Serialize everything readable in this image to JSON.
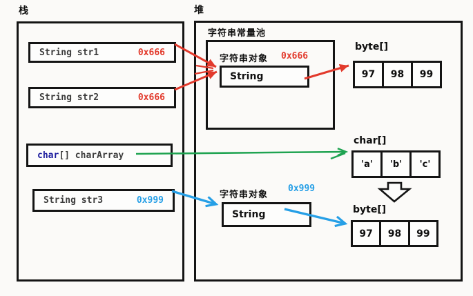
{
  "colors": {
    "red": "#e23a2c",
    "green": "#1fa351",
    "blue": "#269fe6",
    "keyword": "#1c1c9e",
    "textgray": "#3d3d3d",
    "ink": "#141414"
  },
  "stack": {
    "label": "栈",
    "str1": {
      "name": "String str1",
      "addr": "0x666"
    },
    "str2": {
      "name": "String str2",
      "addr": "0x666"
    },
    "char_var": {
      "keyword": "char",
      "rest": "[] charArray"
    },
    "str3": {
      "name": "String str3",
      "addr": "0x999"
    }
  },
  "heap": {
    "label": "堆",
    "pool": {
      "label": "字符串常量池",
      "obj_label": "字符串对象",
      "addr": "0x666",
      "class_name": "String"
    },
    "byte_array_1": {
      "label": "byte[]",
      "cells": [
        "97",
        "98",
        "99"
      ]
    },
    "char_array": {
      "label": "char[]",
      "cells": [
        "'a'",
        "'b'",
        "'c'"
      ]
    },
    "obj2": {
      "label": "字符串对象",
      "addr": "0x999",
      "class_name": "String"
    },
    "byte_array_2": {
      "label": "byte[]",
      "cells": [
        "97",
        "98",
        "99"
      ]
    }
  }
}
